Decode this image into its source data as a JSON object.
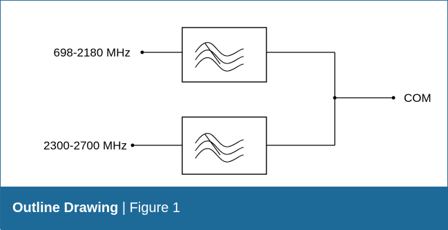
{
  "diagram": {
    "input_1_label": "698-2180 MHz",
    "input_2_label": "2300-2700 MHz",
    "output_label": "COM",
    "filter_1_icon": "bandpass-filter-icon",
    "filter_2_icon": "bandpass-filter-icon",
    "line_color": "#000000"
  },
  "caption": {
    "title": "Outline Drawing",
    "separator": "|",
    "figure": "Figure 1"
  },
  "colors": {
    "caption_background": "#1d6a99",
    "caption_text": "#ffffff",
    "frame_border": "#2a6f9b"
  }
}
